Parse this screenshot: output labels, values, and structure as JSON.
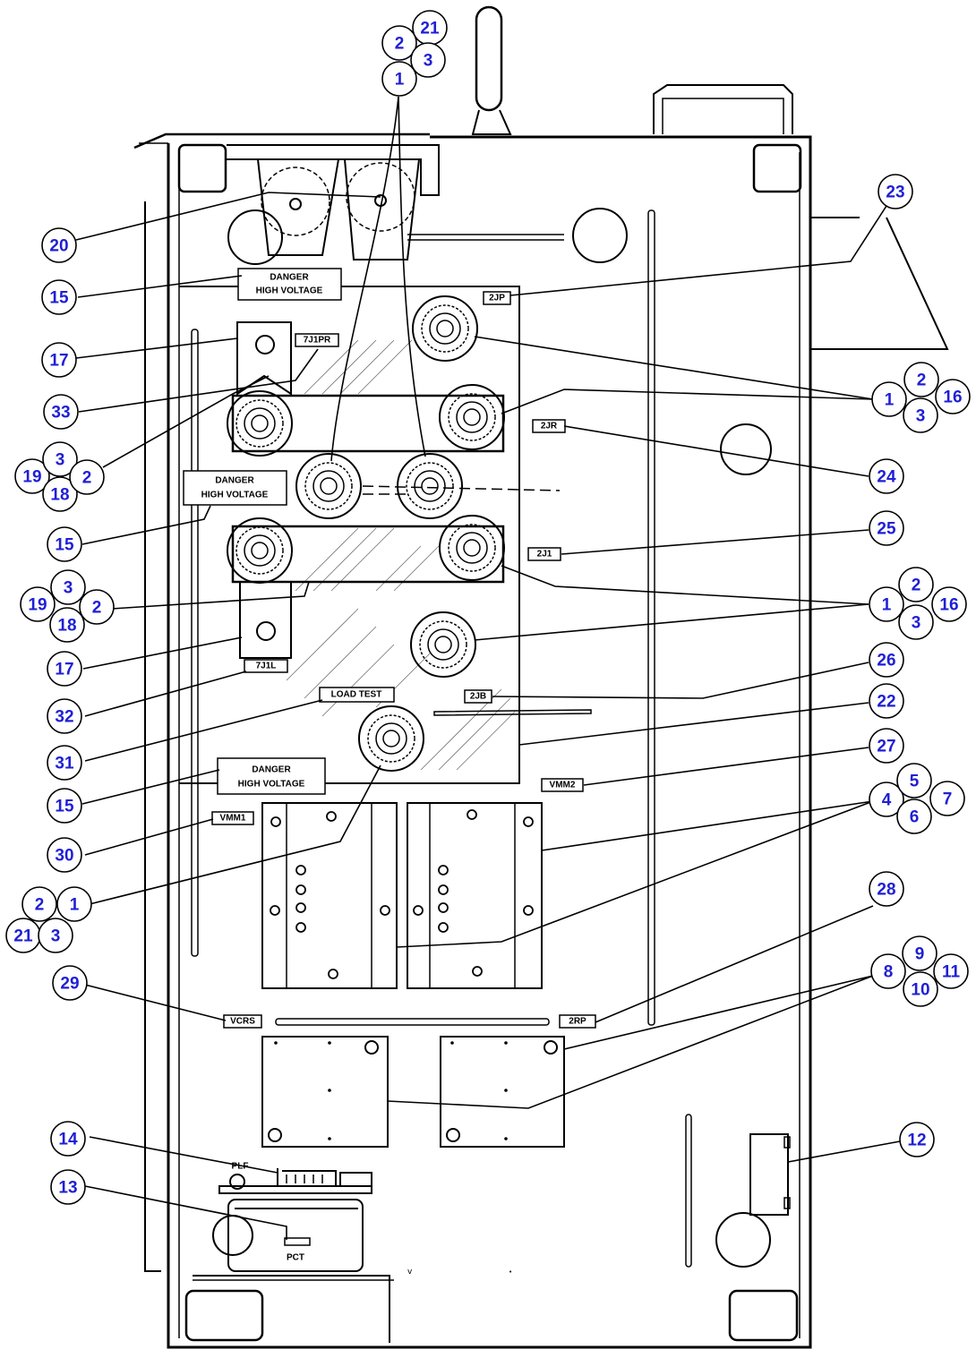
{
  "callouts": [
    {
      "group": "top",
      "items": [
        "2",
        "21",
        "3",
        "1"
      ]
    },
    {
      "group": "left",
      "items": [
        "20",
        "15",
        "17",
        "33",
        "19",
        "3",
        "18",
        "2",
        "15",
        "19",
        "3",
        "18",
        "2",
        "17",
        "32",
        "31",
        "15",
        "30",
        "2",
        "1",
        "21",
        "3",
        "29",
        "14",
        "13"
      ]
    },
    {
      "group": "right",
      "items": [
        "23",
        "1",
        "2",
        "16",
        "3",
        "24",
        "25",
        "1",
        "2",
        "16",
        "3",
        "26",
        "22",
        "27",
        "4",
        "5",
        "7",
        "6",
        "28",
        "8",
        "9",
        "11",
        "10",
        "12"
      ]
    }
  ],
  "labels": {
    "danger_top": [
      "DANGER",
      "HIGH VOLTAGE"
    ],
    "danger_mid": [
      "DANGER",
      "HIGH VOLTAGE"
    ],
    "danger_bot": [
      "DANGER",
      "HIGH VOLTAGE"
    ],
    "load_test": "LOAD TEST"
  },
  "tags": {
    "t23": "2JP",
    "t33": "7J1PR",
    "t24": "2JR",
    "t25": "2J1",
    "t32": "7J1L",
    "t26": "2JB",
    "t27": "VMM2",
    "t30": "VMM1",
    "t29": "VCRS",
    "t28": "2RP",
    "t14": "PLF",
    "t13": "PCT"
  },
  "colors": {
    "callout_number": "#1f1fd6",
    "line": "#000000"
  }
}
